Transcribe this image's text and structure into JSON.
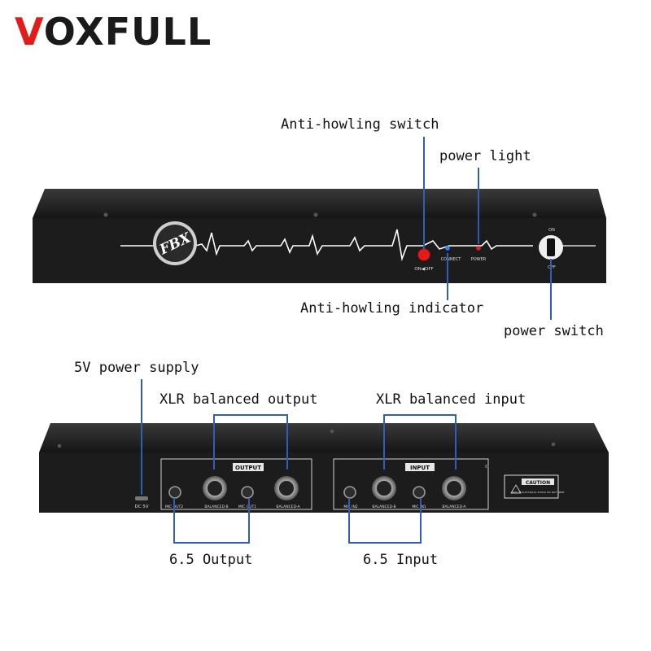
{
  "brand": {
    "logo_accent": "V",
    "logo_rest": "OXFULL"
  },
  "front_panel": {
    "fbx_badge": "FBX",
    "switch_caption": "ON◀OFF",
    "led_connect": "CONNECT",
    "led_power": "POWER",
    "rocker_on": "ON",
    "rocker_off": "OFF"
  },
  "back_panel": {
    "dc_label": "DC 5V",
    "output_group": "OUTPUT",
    "input_group": "INPUT",
    "mic_out2": "MIC OUT2",
    "balanced_b_out": "BALANCED-B",
    "mic_out1": "MIC OUT1",
    "balanced_a_out": "BALANCED-A",
    "mic_in2": "MIC IN2",
    "balanced_b_in": "BALANCED-B",
    "mic_in1": "MIC IN1",
    "balanced_a_in": "BALANCED-A",
    "caution_title": "CAUTION",
    "caution_text": "RISK OF ELECTRICAL SHOCK DO NOT OPEN"
  },
  "labels": {
    "anti_howling_switch": "Anti-howling switch",
    "power_light": "power light",
    "anti_howling_indicator": "Anti-howling indicator",
    "power_switch": "power switch",
    "power_supply_5v": "5V power supply",
    "xlr_balanced_output": "XLR balanced output",
    "xlr_balanced_input": "XLR balanced input",
    "output_65": "6.5 Output",
    "input_65": "6.5 Input"
  },
  "colors": {
    "accent_red": "#e41b1b",
    "callout_blue": "#2f5db8",
    "panel_black": "#1c1c1c"
  }
}
